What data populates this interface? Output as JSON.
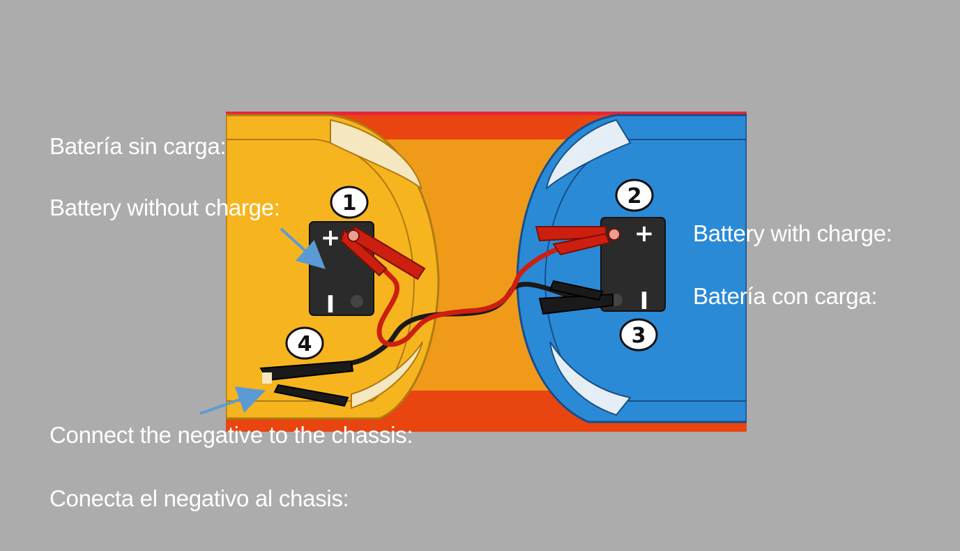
{
  "labels": {
    "dead_battery_es": "Batería sin carga:",
    "dead_battery_en": "Battery without charge:",
    "charged_battery_en": "Battery with charge:",
    "charged_battery_es": "Batería con carga:",
    "chassis_en": "Connect the negative to the chassis:",
    "chassis_es": "Conecta el negativo al chasis:"
  },
  "steps": {
    "one": "1",
    "two": "2",
    "three": "3",
    "four": "4"
  },
  "terminals": {
    "positive": "+",
    "negative": "I"
  },
  "colors": {
    "background": "#acacac",
    "dead_car": "#f6b41e",
    "charged_car": "#2b8ad6",
    "road": "#e84510",
    "positive_cable": "#cc1f10",
    "negative_cable": "#1a1a1a",
    "arrow": "#5b9bd5"
  }
}
